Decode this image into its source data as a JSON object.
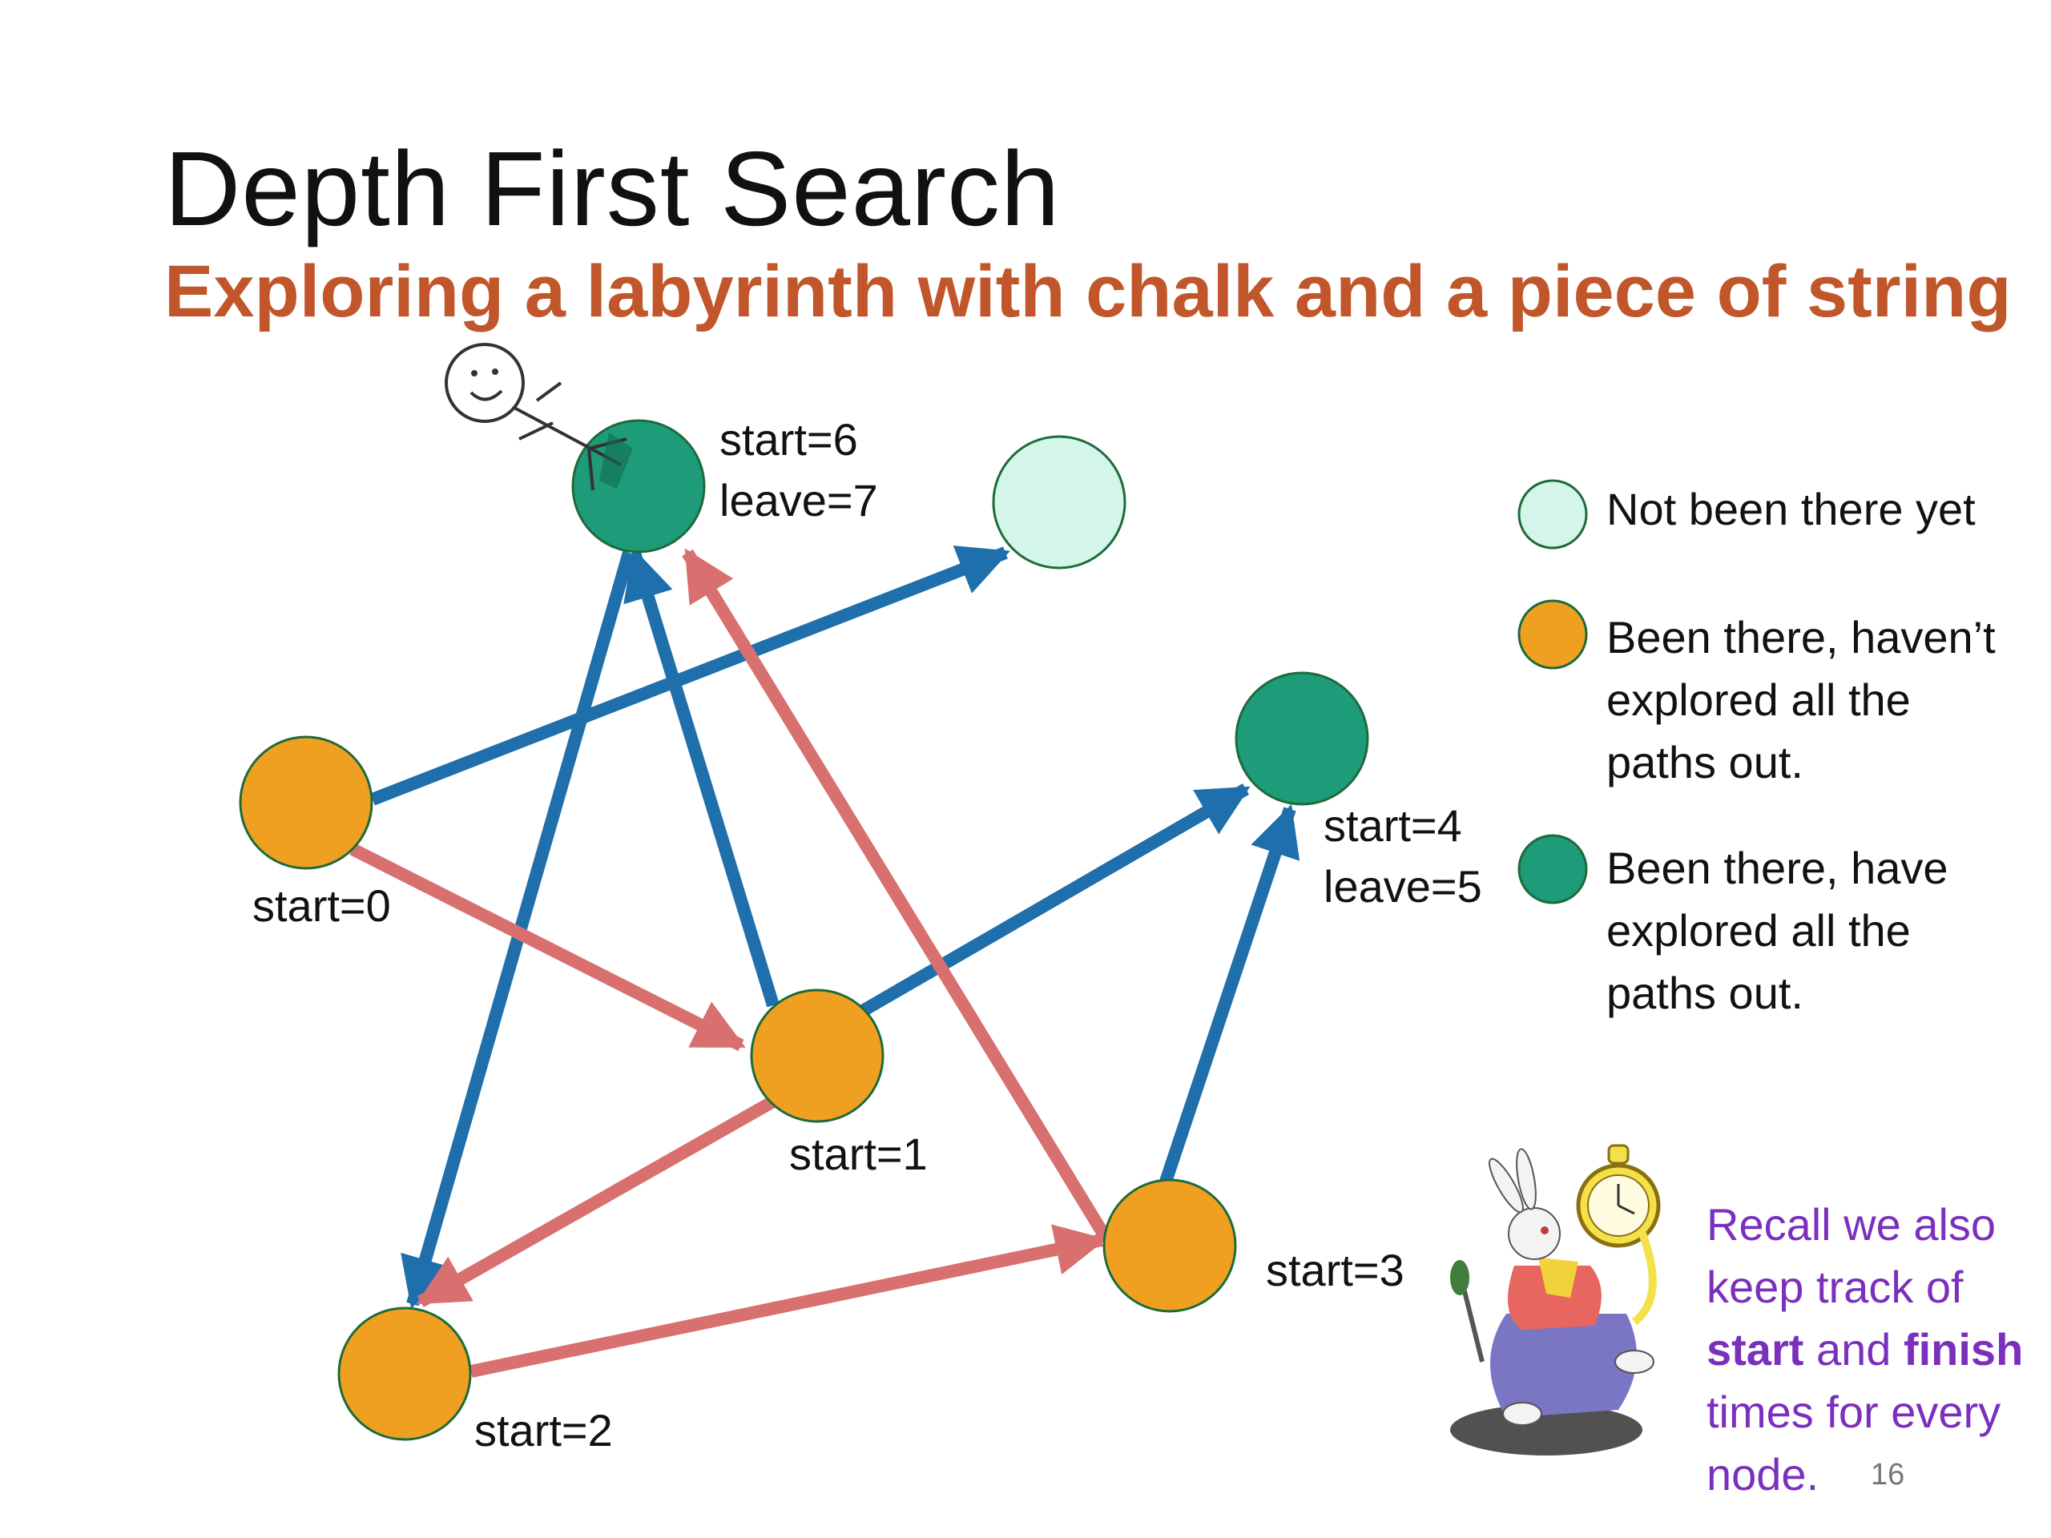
{
  "slide": {
    "title": "Depth First Search",
    "subtitle": "Exploring a labyrinth with chalk and a piece of string",
    "page_number": "16"
  },
  "nodes": {
    "n0": {
      "label": "start=0",
      "state": "visited"
    },
    "n1": {
      "label": "start=1",
      "state": "visited"
    },
    "n2": {
      "label": "start=2",
      "state": "visited"
    },
    "n3": {
      "label": "start=3",
      "state": "visited"
    },
    "n4": {
      "label1": "start=4",
      "label2": "leave=5",
      "state": "done"
    },
    "n6": {
      "label1": "start=6",
      "label2": "leave=7",
      "state": "done"
    },
    "n7": {
      "state": "unvisited"
    }
  },
  "edges": {
    "blue": [
      "n0->n7",
      "n1->n6",
      "n6->n2",
      "n1->n4",
      "n3->n4"
    ],
    "red": [
      "n0->n1",
      "n1->n2",
      "n2->n3",
      "n3->n6"
    ]
  },
  "legend": {
    "unvisited": {
      "line1": "Not been there yet"
    },
    "visited": {
      "line1": "Been there, haven’t",
      "line2": "explored all the",
      "line3": "paths out."
    },
    "done": {
      "line1": "Been there, have",
      "line2": "explored all the",
      "line3": "paths out."
    }
  },
  "recall": {
    "part1": "Recall we also keep track of",
    "bold1": "start",
    "part2": "and",
    "bold2": "finish",
    "part3": "times for every node."
  },
  "colors": {
    "orange": "#f0a020",
    "dark_green": "#1e9b78",
    "light_green": "#d4f5ea",
    "node_stroke": "#1d6b3a",
    "blue_edge": "#1f6fad",
    "red_edge": "#d97070",
    "title": "#111111",
    "subtitle": "#c0562a",
    "recall_text": "#7b2fbd"
  },
  "icons": {
    "stick_figure": "stick-figure-icon",
    "white_rabbit": "white-rabbit-clock-icon"
  }
}
